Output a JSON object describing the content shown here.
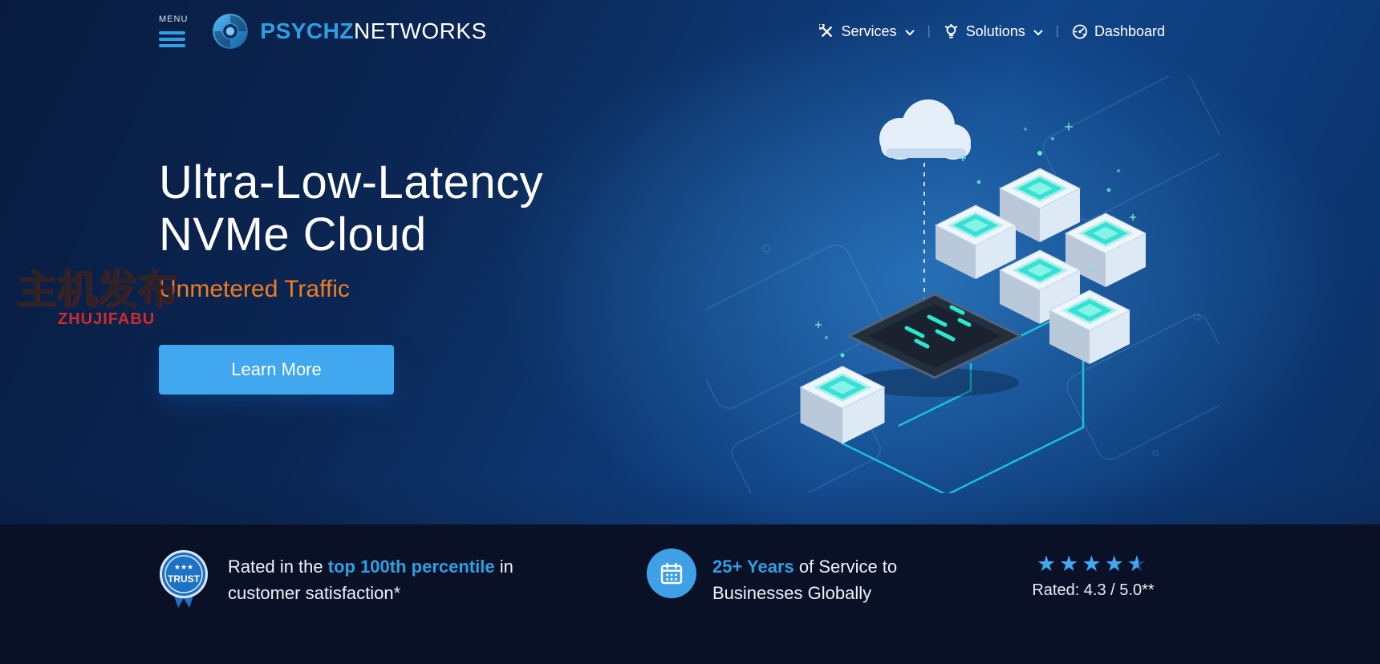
{
  "header": {
    "menu_label": "MENU",
    "brand": {
      "bold": "PSYCHZ",
      "light": "NETWORKS"
    },
    "nav_separator": "|",
    "nav": [
      {
        "label": "Services",
        "icon": "tools-icon",
        "dropdown": true
      },
      {
        "label": "Solutions",
        "icon": "bulb-icon",
        "dropdown": true
      },
      {
        "label": "Dashboard",
        "icon": "dashboard-icon",
        "dropdown": false
      }
    ]
  },
  "hero": {
    "title_line1": "Ultra-Low-Latency",
    "title_line2": "NVMe Cloud",
    "subtitle": "Unmetered Traffic",
    "cta_label": "Learn More"
  },
  "watermark": {
    "cn": "主机发布",
    "en": "ZHUJIFABU"
  },
  "footer": {
    "trust": {
      "badge_stars": "★★★",
      "badge_label": "TRUST",
      "pre": "Rated in the ",
      "highlight": "top 100th percentile",
      "post": " in customer satisfaction*"
    },
    "years": {
      "highlight": "25+ Years",
      "post": " of Service to Businesses Globally"
    },
    "rating": {
      "stars_full": "★★★★",
      "label": "Rated: 4.3 / 5.0**"
    }
  },
  "colors": {
    "accent_blue": "#2f9fe3",
    "cta_blue": "#41a7ee",
    "orange": "#ee7d1e",
    "header_bg": "#0a1f44",
    "footer_bg": "#0a1126",
    "teal_glow": "#35e2d2"
  }
}
